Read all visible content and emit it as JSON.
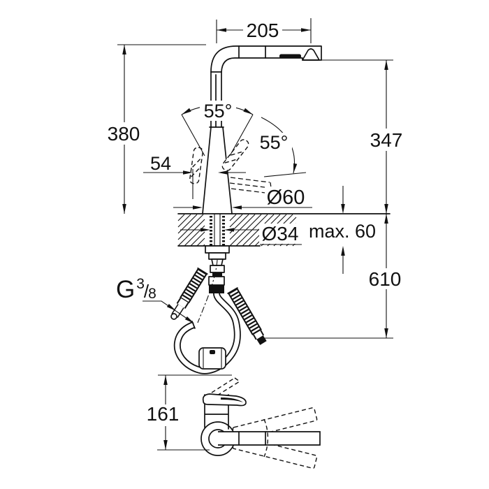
{
  "drawing": {
    "dimensions": {
      "spout_reach": "205",
      "total_height": "380",
      "outlet_height": "347",
      "handle_offset": "54",
      "handle_swivel_angle": "55°",
      "spray_detach_angle": "55°",
      "base_diameter": "Ø60",
      "hole_diameter": "Ø34",
      "max_deck_thickness": "max. 60",
      "hose_reach_below": "610",
      "plan_view_height": "161"
    },
    "thread": {
      "prefix": "G",
      "numerator": "3",
      "slash": "/",
      "denominator": "8"
    },
    "colors": {
      "line": "#111111",
      "background": "#ffffff"
    }
  }
}
